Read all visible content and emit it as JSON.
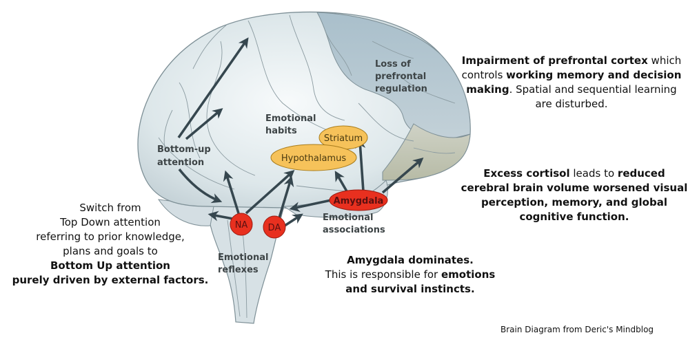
{
  "diagram": {
    "region_labels": {
      "bottom_up_attention": [
        "Bottom-up",
        "attention"
      ],
      "emotional_habits": [
        "Emotional",
        "habits"
      ],
      "loss_prefrontal": [
        "Loss of",
        "prefrontal",
        "regulation"
      ],
      "emotional_associations": [
        "Emotional",
        "associations"
      ],
      "emotional_reflexes": [
        "Emotional",
        "reflexes"
      ]
    },
    "nodes": {
      "striatum": "Striatum",
      "hypothalamus": "Hypothalamus",
      "amygdala": "Amygdala",
      "na": "NA",
      "da": "DA"
    },
    "colors": {
      "brain_fill": "#d9e4e8",
      "prefrontal_fill": "#b4c6d0",
      "temporal_fill": "#c2c6b4",
      "outline": "#7d8f96",
      "arrow": "#36474f",
      "node_orange": "#f6c25a",
      "node_red": "#e8301f"
    }
  },
  "annotations": {
    "prefrontal": {
      "p1_bold": "Impairment of prefrontal cortex",
      "p2": " which controls ",
      "p3_bold": "working memory and decision making",
      "p4": ". Spatial and sequential learning are disturbed."
    },
    "cortisol": {
      "p1_bold": "Excess cortisol",
      "p2": " leads to ",
      "p3_bold": "reduced cerebral brain volume worsened visual perception, memory, and global cognitive function."
    },
    "attention": {
      "line1": "Switch from",
      "line2": "Top Down attention",
      "line3": "referring to prior knowledge,",
      "line4": "plans and goals to",
      "line5_bold": "Bottom Up attention",
      "line6_bold": "purely driven by external factors."
    },
    "amygdala": {
      "line1_bold": "Amygdala dominates.",
      "line2": "This is responsible for ",
      "line2_bold": "emotions",
      "line3_bold": "and survival instincts."
    }
  },
  "credit": "Brain Diagram from Deric's Mindblog"
}
